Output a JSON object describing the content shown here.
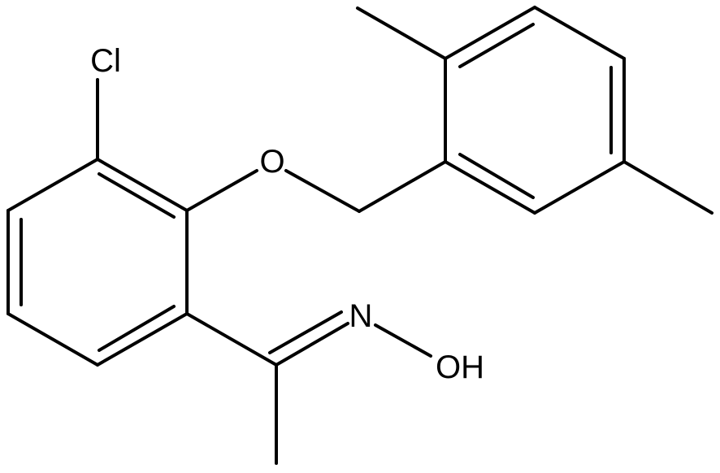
{
  "structure": {
    "atoms": {
      "chlorine": "Cl",
      "ether_oxygen": "O",
      "oxime_nitrogen": "N",
      "hydroxyl": "OH"
    },
    "colors": {
      "bond": "#000000",
      "label": "#000000",
      "background": "#ffffff"
    }
  }
}
